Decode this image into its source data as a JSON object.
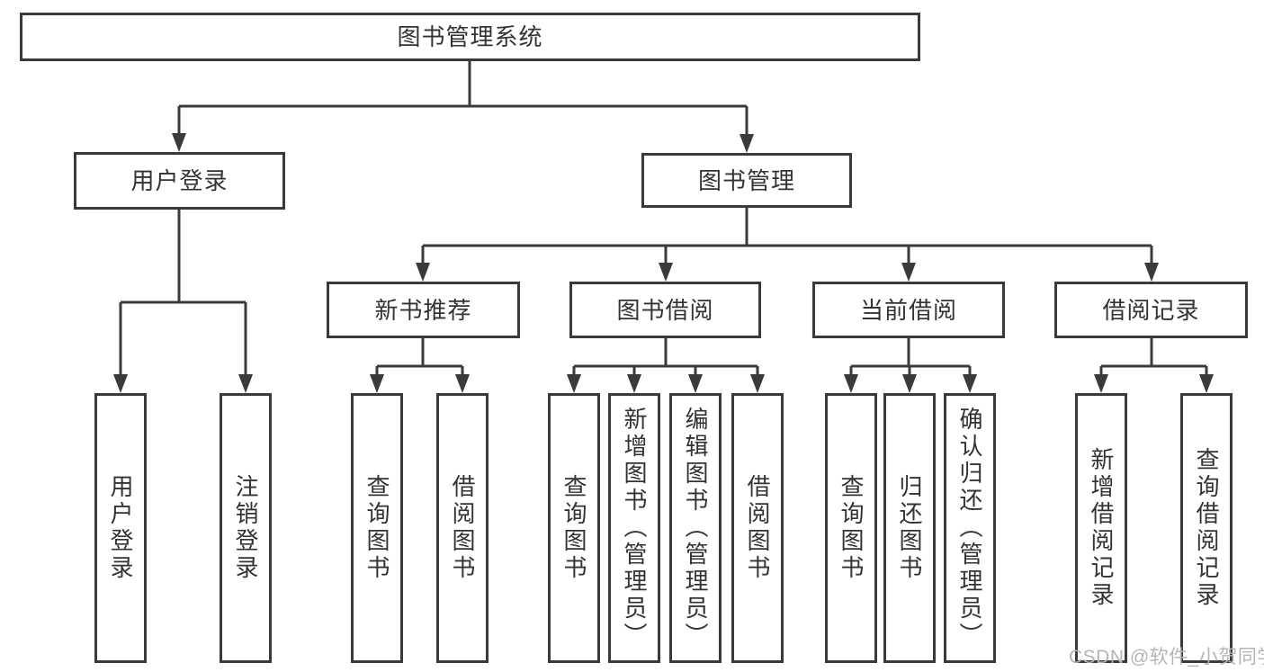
{
  "diagram": {
    "root": "图书管理系统",
    "user_login": "用户登录",
    "book_management": "图书管理",
    "new_book_recommend": "新书推荐",
    "book_borrow": "图书借阅",
    "current_borrow": "当前借阅",
    "borrow_records": "借阅记录",
    "user_leaves": [
      "用户登录",
      "注销登录"
    ],
    "recommend_leaves": [
      "查询图书",
      "借阅图书"
    ],
    "borrow_leaves": [
      "查询图书",
      "新增图书（管理员）",
      "编辑图书（管理员）",
      "借阅图书"
    ],
    "current_leaves": [
      "查询图书",
      "归还图书",
      "确认归还（管理员）"
    ],
    "record_leaves": [
      "新增借阅记录",
      "查询借阅记录"
    ]
  },
  "watermark": "CSDN @软件_小贺同学",
  "colors": {
    "line": "#3a3a3a",
    "text": "#333333",
    "watermark": "#b5b5b5",
    "background": "#ffffff"
  }
}
